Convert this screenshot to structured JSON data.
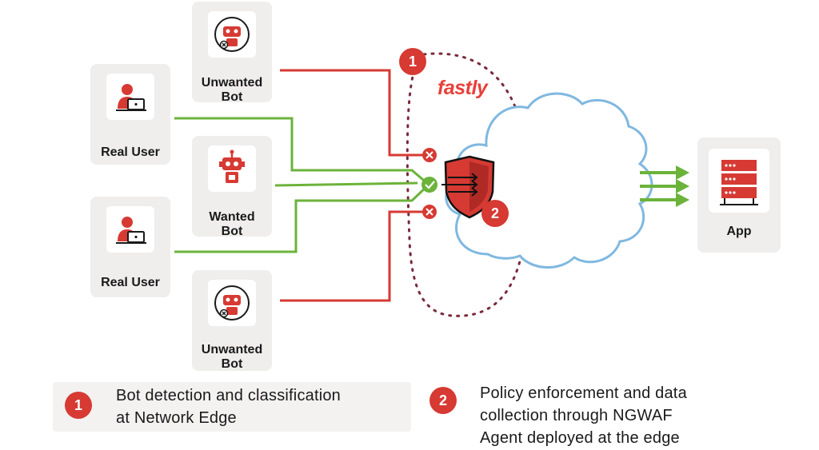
{
  "brand": {
    "logo_text": "fastly"
  },
  "nodes": {
    "unwanted_bot_top": {
      "label_line1": "Unwanted",
      "label_line2": "Bot"
    },
    "real_user_top": {
      "label_line1": "Real User"
    },
    "wanted_bot": {
      "label_line1": "Wanted",
      "label_line2": "Bot"
    },
    "real_user_bottom": {
      "label_line1": "Real User"
    },
    "unwanted_bot_bottom": {
      "label_line1": "Unwanted",
      "label_line2": "Bot"
    },
    "app": {
      "label_line1": "App"
    }
  },
  "markers": {
    "step1": "1",
    "step2": "2"
  },
  "legend": [
    {
      "number": "1",
      "text": "Bot detection and classification\nat Network Edge"
    },
    {
      "number": "2",
      "text": "Policy enforcement and data\ncollection through NGWAF\nAgent deployed at the edge"
    }
  ],
  "colors": {
    "red": "#d63a33",
    "green": "#6bb33a",
    "cloud_blue": "#7fb8e0",
    "dotted_maroon": "#7a2a3a",
    "card_bg": "#efeeed"
  },
  "icons": {
    "blocked": "x-circle-icon",
    "allowed": "check-circle-icon",
    "shield": "shield-arrows-icon",
    "user": "user-laptop-icon",
    "bot": "robot-icon",
    "server": "server-icon"
  }
}
